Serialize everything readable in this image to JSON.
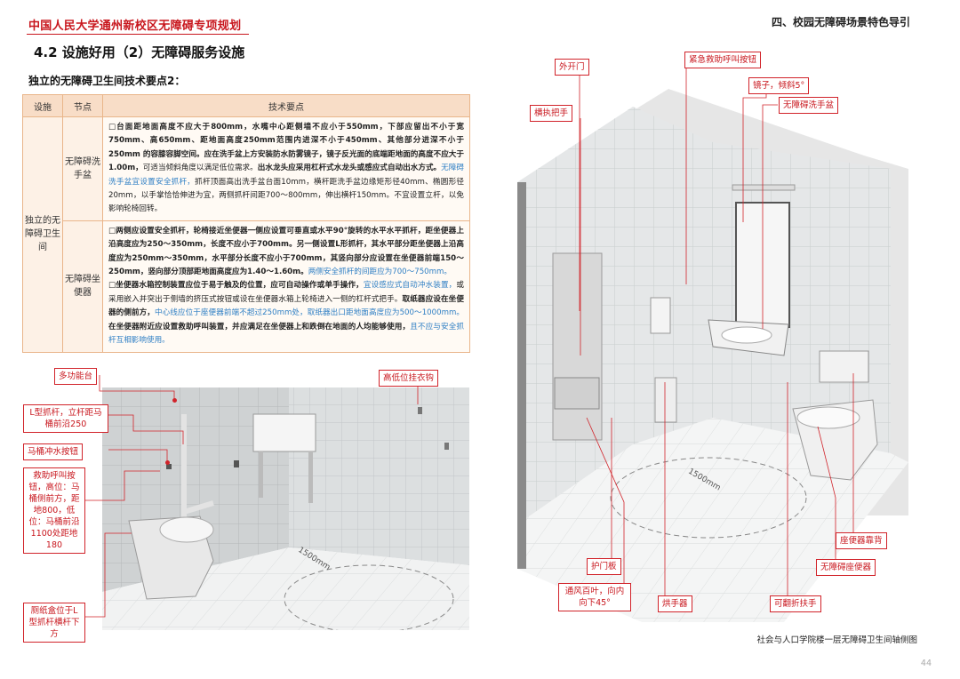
{
  "header": {
    "doc_title": "中国人民大学通州新校区无障碍专项规划",
    "chapter": "四、校园无障碍场景特色导引",
    "section_title": "4.2 设施好用（2）无障碍服务设施",
    "sub_title": "独立的无障碍卫生间技术要点2："
  },
  "table": {
    "headers": [
      "设施",
      "节点",
      "技术要点"
    ],
    "facility": "独立的无障碍卫生间",
    "rows": [
      {
        "node": "无障碍洗手盆",
        "segments": [
          {
            "t": "□台面距地面高度不应大于800mm，水嘴中心距侧墙不应小于550mm，下部应留出不小于宽750mm、高650mm、距地面高度250mm范围内进深不小于450mm、其他部分进深不小于250mm 的容膝容脚空间。应在洗手盆上方安装",
            "s": "b"
          },
          {
            "t": "防水防雾镜子，镜子反光面的底端距地面的高度不应大于1.00m，",
            "s": "b"
          },
          {
            "t": "可适当倾斜角度以满足低位需求。",
            "s": ""
          },
          {
            "t": "出水龙头应采用杠杆式水龙头或感应式自动出水方式。",
            "s": "b"
          },
          {
            "t": "无障碍洗手盆宜设置安全抓杆，",
            "s": "blue"
          },
          {
            "t": "抓杆顶面高出洗手盆台面10mm，横杆距洗手盆边缘矩形径40mm、椭圆形径20mm，以手掌恰恰伸进为宜，两侧抓杆间距700～800mm，伸出横杆150mm。不宜设置立杆，以免影响轮椅回转。",
            "s": ""
          }
        ]
      },
      {
        "node": "无障碍坐便器",
        "segments": [
          {
            "t": "□两侧应设置安全抓杆，轮椅接近坐便器一侧应设置可垂直或水平90°旋转的水平水平抓杆，距坐便器上沿高度应为250～350mm，长度不应小于700mm。另一侧设置L形抓杆，其水平部分距坐便器上沿高度应为250mm～350mm，水平部分长度不应小于700mm，其竖向部分应设置在坐便器前端150～250mm，竖向部分顶部距地面高度应为1.40～1.60m。",
            "s": "b"
          },
          {
            "t": "两侧安全抓杆的间距应为700～750mm。",
            "s": "blue"
          },
          {
            "t": "BR",
            "s": "br"
          },
          {
            "t": "□坐便器水箱控制装置应位于易于触及的位置，应可自动操作或单手操作，",
            "s": "b"
          },
          {
            "t": "宜设感应式自动冲水装置，",
            "s": "blue"
          },
          {
            "t": "或采用嵌入并突出于侧墙的挤压式按钮或设在坐便器水箱上轮椅进入一侧的杠杆式把手。",
            "s": ""
          },
          {
            "t": "取纸器应设在坐便器的侧前方，",
            "s": "b"
          },
          {
            "t": "中心线应位于座便器前端不超过250mm处，取纸器出口距地面高度应为500～1000mm。",
            "s": "blue"
          },
          {
            "t": "在坐便器附近应设置救助呼叫装置，并应满足在坐便器上和跌倒在地面的人均能够使用，",
            "s": "b"
          },
          {
            "t": "且不应与安全抓杆互相影响使用。",
            "s": "blue"
          }
        ]
      }
    ]
  },
  "left_scene": {
    "labels": {
      "multi_table": "多功能台",
      "l_bar": "L型抓杆，立杆距马桶前沿250",
      "flush": "马桶冲水按钮",
      "call": "救助呼叫按钮，高位：马桶侧前方，距地800，低位：马桶前沿1100处距地180",
      "paper": "厕纸盒位于L型抓杆横杆下方",
      "hook": "高低位挂衣钩"
    },
    "circle_label": "1500mm"
  },
  "right_scene": {
    "labels": {
      "door": "外开门",
      "emergency": "紧急救助呼叫按钮",
      "mirror": "镜子，倾斜5°",
      "basin": "无障碍洗手盆",
      "handle": "横执把手",
      "door_plate": "护门板",
      "vent": "通风百叶，向内向下45°",
      "dryer": "烘手器",
      "flip_bar": "可翻折扶手",
      "backrest": "座便器靠背",
      "seat": "无障碍座便器"
    },
    "circle_label": "1500mm"
  },
  "footer": {
    "caption": "社会与人口学院楼一层无障碍卫生间轴侧图",
    "page_number": "44"
  }
}
